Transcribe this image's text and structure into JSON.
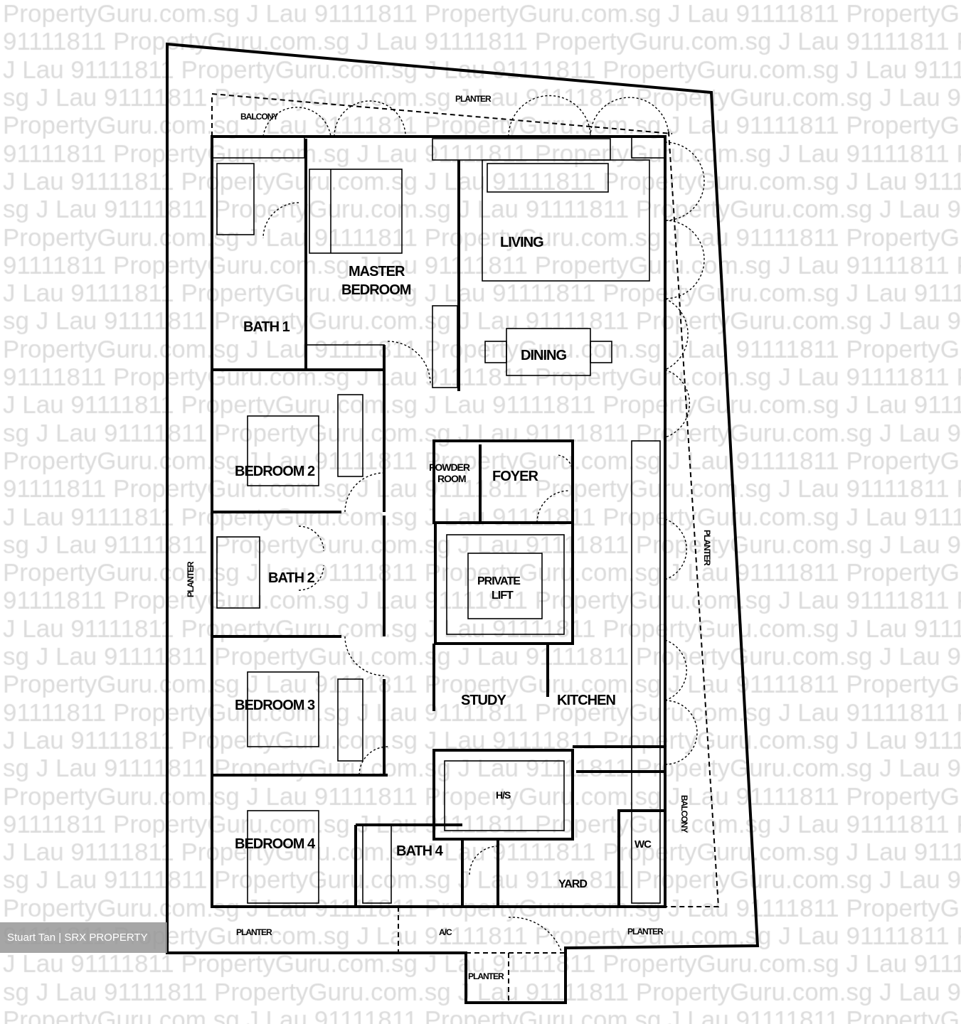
{
  "watermark": {
    "phrase": "PropertyGuru.com.sg J Lau 91111811 ",
    "offsets": [
      "sg J Lau 91111811 ",
      "91111811 ",
      "J Lau 91111811 ",
      ""
    ]
  },
  "rooms": {
    "balcony_top": "BALCONY",
    "planter_top": "PLANTER",
    "living": "LIVING",
    "master_bedroom_line1": "MASTER",
    "master_bedroom_line2": "BEDROOM",
    "bath1": "BATH 1",
    "dining": "DINING",
    "bedroom2": "BEDROOM 2",
    "powder_room_line1": "POWDER",
    "powder_room_line2": "ROOM",
    "foyer": "FOYER",
    "planter_right": "PLANTER",
    "bath2": "BATH 2",
    "planter_left": "PLANTER",
    "private_lift_line1": "PRIVATE",
    "private_lift_line2": "LIFT",
    "bedroom3": "BEDROOM 3",
    "study": "STUDY",
    "kitchen": "KITCHEN",
    "hs": "H/S",
    "balcony_right": "BALCONY",
    "bedroom4": "BEDROOM 4",
    "bath4": "BATH 4",
    "wc": "WC",
    "yard": "YARD",
    "planter_bottom_left": "PLANTER",
    "ac": "A/C",
    "planter_bottom_right": "PLANTER",
    "planter_entrance": "PLANTER"
  },
  "credit": "Stuart Tan | SRX PROPERTY"
}
